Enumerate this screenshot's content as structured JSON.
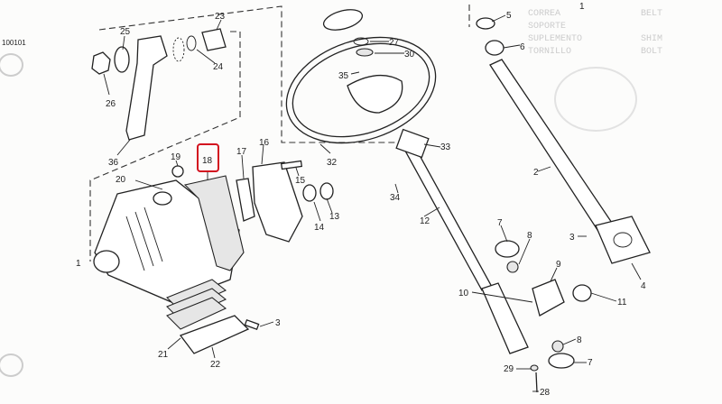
{
  "sheet_code": "100101",
  "highlighted_callout": "18",
  "highlight_color": "#d3121f",
  "bleed_text": [
    "CORREA",
    "SOPORTE",
    "SUPLEMENTO",
    "TORNILLO",
    "BELT",
    "SHIM",
    "BOLT"
  ],
  "callouts": {
    "c23": "23",
    "c25": "25",
    "c24": "24",
    "c26": "26",
    "c36": "36",
    "c32": "32",
    "c35": "35",
    "c27": "27",
    "c30": "30",
    "c5": "5",
    "c6": "6",
    "c1_top": "1",
    "c2": "2",
    "c33": "33",
    "c34": "34",
    "c12": "12",
    "c19": "19",
    "c18": "18",
    "c20": "20",
    "c17": "17",
    "c16": "16",
    "c15": "15",
    "c14": "14",
    "c13": "13",
    "c1_left": "1",
    "c3_left": "3",
    "c21": "21",
    "c22": "22",
    "c7_top": "7",
    "c8_top": "8",
    "c9": "9",
    "c10": "10",
    "c11": "11",
    "c3_right": "3",
    "c4": "4",
    "c8_bottom": "8",
    "c7_bottom": "7",
    "c29": "29",
    "c28": "28"
  }
}
